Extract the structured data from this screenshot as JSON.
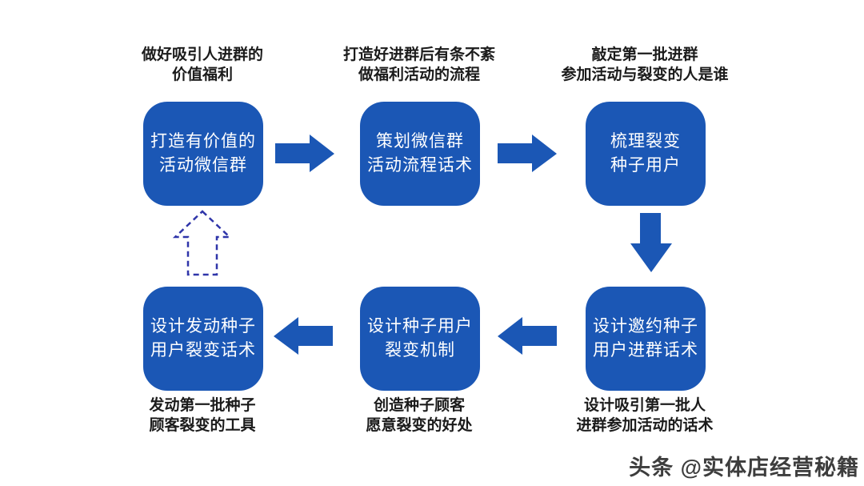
{
  "diagram": {
    "title_hint": "wechat-group-fission-cycle-flowchart",
    "colors": {
      "box_blue": "#1b57b5",
      "arrow_blue": "#1b57b5",
      "dashed_arrow_blue": "#2f35a9",
      "caption_text": "#1b1b1b",
      "box_text": "#ffffff"
    },
    "nodes": [
      {
        "caption": [
          "做好吸引人进群的",
          "价值福利"
        ],
        "box": [
          "打造有价值的",
          "活动微信群"
        ]
      },
      {
        "caption": [
          "打造好进群后有条不紊",
          "做福利活动的流程"
        ],
        "box": [
          "策划微信群",
          "活动流程话术"
        ]
      },
      {
        "caption": [
          "敲定第一批进群",
          "参加活动与裂变的人是谁"
        ],
        "box": [
          "梳理裂变",
          "种子用户"
        ]
      },
      {
        "caption": [
          "设计吸引第一批人",
          "进群参加活动的话术"
        ],
        "box": [
          "设计邀约种子",
          "用户进群话术"
        ]
      },
      {
        "caption": [
          "创造种子顾客",
          "愿意裂变的好处"
        ],
        "box": [
          "设计种子用户",
          "裂变机制"
        ]
      },
      {
        "caption": [
          "发动第一批种子",
          "顾客裂变的工具"
        ],
        "box": [
          "设计发动种子",
          "用户裂变话术"
        ]
      }
    ],
    "arrows": [
      {
        "name": "arrow-right-1",
        "direction": "right"
      },
      {
        "name": "arrow-right-2",
        "direction": "right"
      },
      {
        "name": "arrow-down-1",
        "direction": "down"
      },
      {
        "name": "arrow-left-1",
        "direction": "left"
      },
      {
        "name": "arrow-left-2",
        "direction": "left"
      },
      {
        "name": "arrow-up-dashed",
        "direction": "up",
        "style": "dashed"
      }
    ]
  },
  "watermark": {
    "text": "头条 @实体店经营秘籍"
  }
}
